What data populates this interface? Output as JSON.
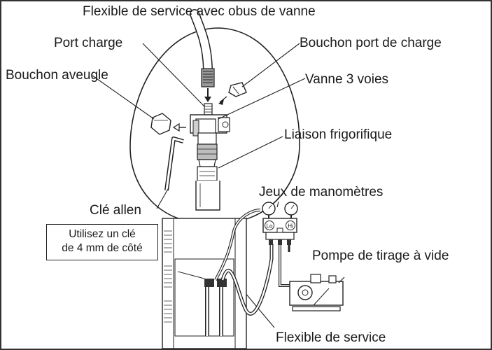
{
  "labels": {
    "flexible_obus": "Flexible de service avec obus de vanne",
    "port_charge": "Port charge",
    "bouchon_port": "Bouchon port de charge",
    "bouchon_aveugle": "Bouchon aveugle",
    "vanne": "Vanne 3 voies",
    "liaison": "Liaison frigorifique",
    "jeux": "Jeux de manomètres",
    "cle": "Clé allen",
    "pompe": "Pompe de tirage à vide",
    "flexible": "Flexible de service"
  },
  "note": {
    "line1": "Utilisez un clé",
    "line2": "de 4 mm de côté"
  },
  "gauges": {
    "low": "Lo",
    "high": "Hi"
  }
}
